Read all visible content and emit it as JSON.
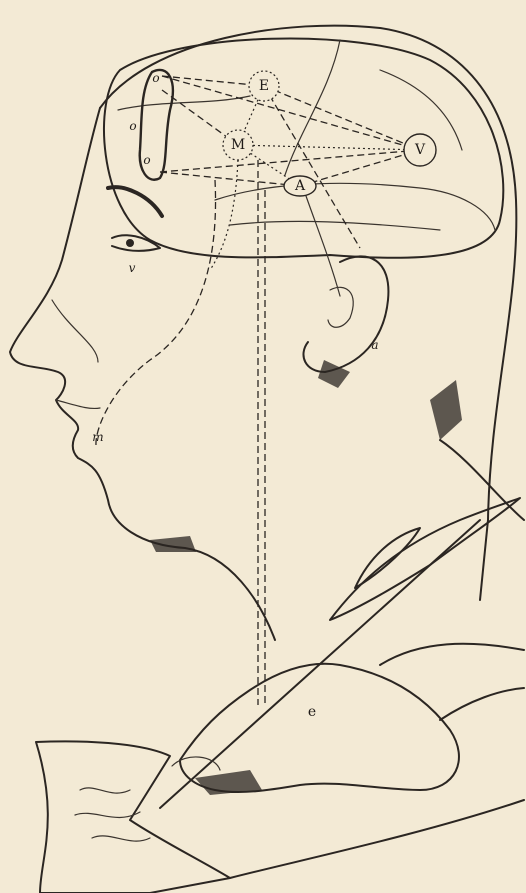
{
  "figure": {
    "node_labels": {
      "E": "E",
      "M": "M",
      "V": "V",
      "A": "A"
    },
    "annotations": {
      "v": "v",
      "m": "m",
      "a": "a",
      "e": "e"
    }
  }
}
